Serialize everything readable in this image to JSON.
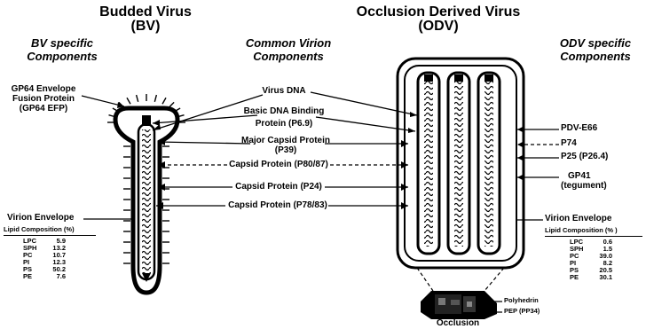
{
  "titles": {
    "bv": "Budded Virus",
    "bv_abbr": "(BV)",
    "odv": "Occlusion Derived Virus",
    "odv_abbr": "(ODV)"
  },
  "subtitles": {
    "bv_specific_1": "BV specific",
    "bv_specific_2": "Components",
    "common_1": "Common Virion",
    "common_2": "Components",
    "odv_specific_1": "ODV specific",
    "odv_specific_2": "Components"
  },
  "bv_labels": {
    "gp64_1": "GP64 Envelope",
    "gp64_2": "Fusion Protein",
    "gp64_3": "(GP64 EFP)",
    "envelope": "Virion Envelope",
    "lipid_title": "Lipid Composition (%)"
  },
  "common_labels": {
    "virus_dna": "Virus DNA",
    "basic_1": "Basic DNA Binding",
    "basic_2": "Protein (P6.9)",
    "major_1": "Major Capsid Protein",
    "major_2": "(P39)",
    "capsid_80": "Capsid Protein (P80/87)",
    "capsid_24": "Capsid Protein (P24)",
    "capsid_78": "Capsid Protein (P78/83)"
  },
  "odv_labels": {
    "pdv": "PDV-E66",
    "p74": "P74",
    "p25": "P25 (P26.4)",
    "gp41_1": "GP41",
    "gp41_2": "(tegument)",
    "envelope": "Virion Envelope",
    "lipid_title": "Lipid Composition (% )"
  },
  "occlusion": {
    "polyhedrin": "Polyhedrin",
    "pep": "PEP (PP34)",
    "label": "Occlusion"
  },
  "bv_lipids": [
    {
      "name": "LPC",
      "value": "5.9"
    },
    {
      "name": "SPH",
      "value": "13.2"
    },
    {
      "name": "PC",
      "value": "10.7"
    },
    {
      "name": "PI",
      "value": "12.3"
    },
    {
      "name": "PS",
      "value": "50.2"
    },
    {
      "name": "PE",
      "value": "7.6"
    }
  ],
  "odv_lipids": [
    {
      "name": "LPC",
      "value": "0.6"
    },
    {
      "name": "SPH",
      "value": "1.5"
    },
    {
      "name": "PC",
      "value": "39.0"
    },
    {
      "name": "PI",
      "value": "8.2"
    },
    {
      "name": "PS",
      "value": "20.5"
    },
    {
      "name": "PE",
      "value": "30.1"
    }
  ]
}
